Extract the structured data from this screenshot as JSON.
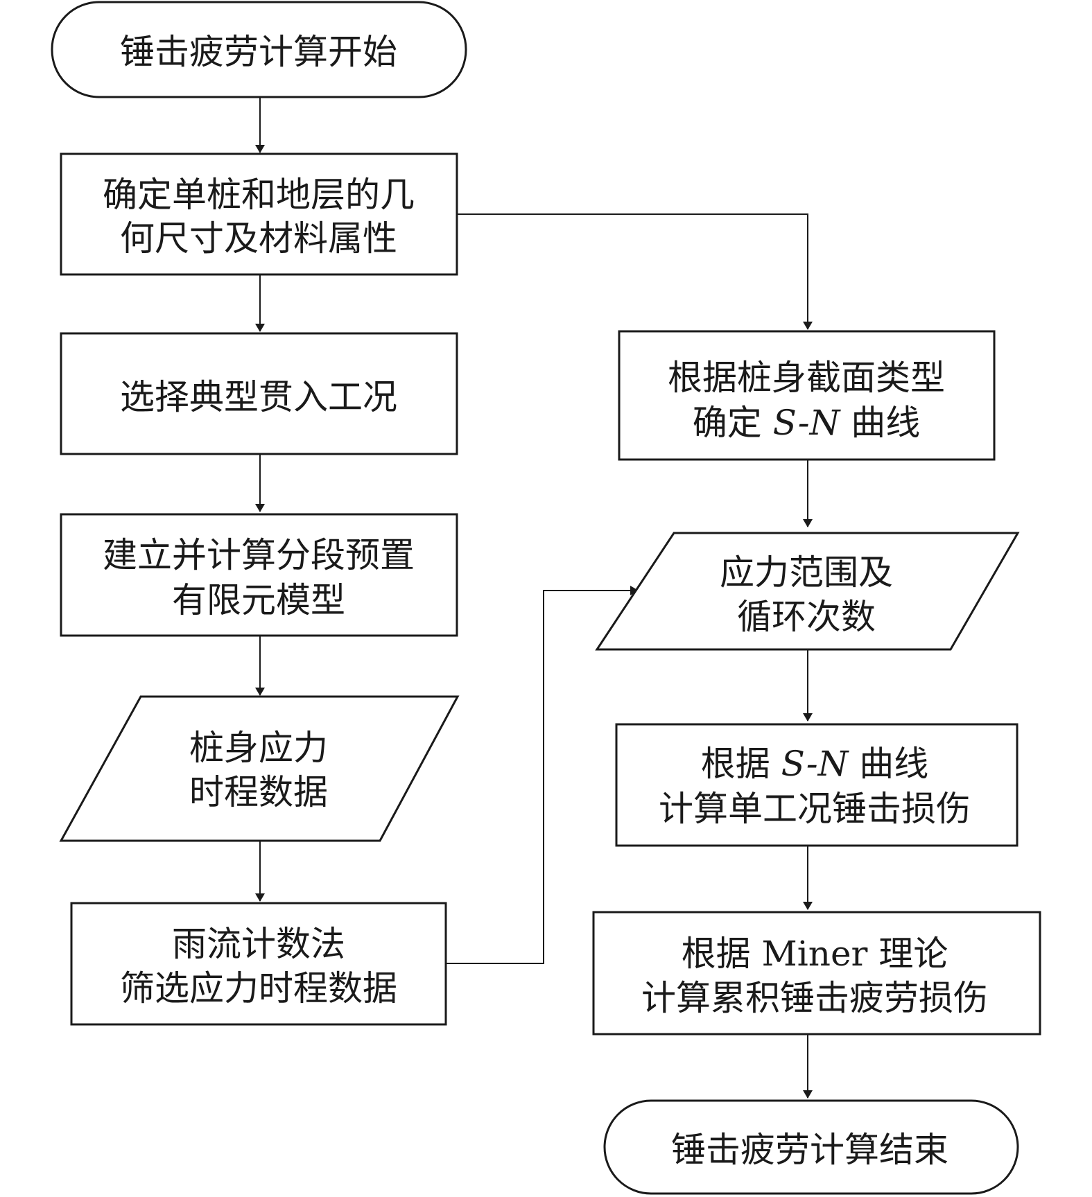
{
  "nodes": {
    "start": {
      "lines": [
        "锤击疲劳计算开始"
      ]
    },
    "geometry": {
      "lines": [
        "确定单桩和地层的几",
        "何尺寸及材料属性"
      ]
    },
    "select_condition": {
      "lines": [
        "选择典型贯入工况"
      ]
    },
    "fe_model": {
      "lines": [
        "建立并计算分段预置",
        "有限元模型"
      ]
    },
    "stress_data": {
      "lines": [
        "桩身应力",
        "时程数据"
      ]
    },
    "rainflow": {
      "lines": [
        "雨流计数法",
        "筛选应力时程数据"
      ]
    },
    "sn_curve": {
      "line1": "根据桩身截面类型",
      "line2_pre": "确定 ",
      "line2_ital": "S-N",
      "line2_post": " 曲线"
    },
    "stress_range": {
      "lines": [
        "应力范围及",
        "循环次数"
      ]
    },
    "single_damage": {
      "line1_pre": "根据 ",
      "line1_ital": "S-N",
      "line1_post": " 曲线",
      "line2": "计算单工况锤击损伤"
    },
    "cumulative": {
      "lines": [
        "根据 Miner 理论",
        "计算累积锤击疲劳损伤"
      ]
    },
    "end": {
      "lines": [
        "锤击疲劳计算结束"
      ]
    }
  }
}
